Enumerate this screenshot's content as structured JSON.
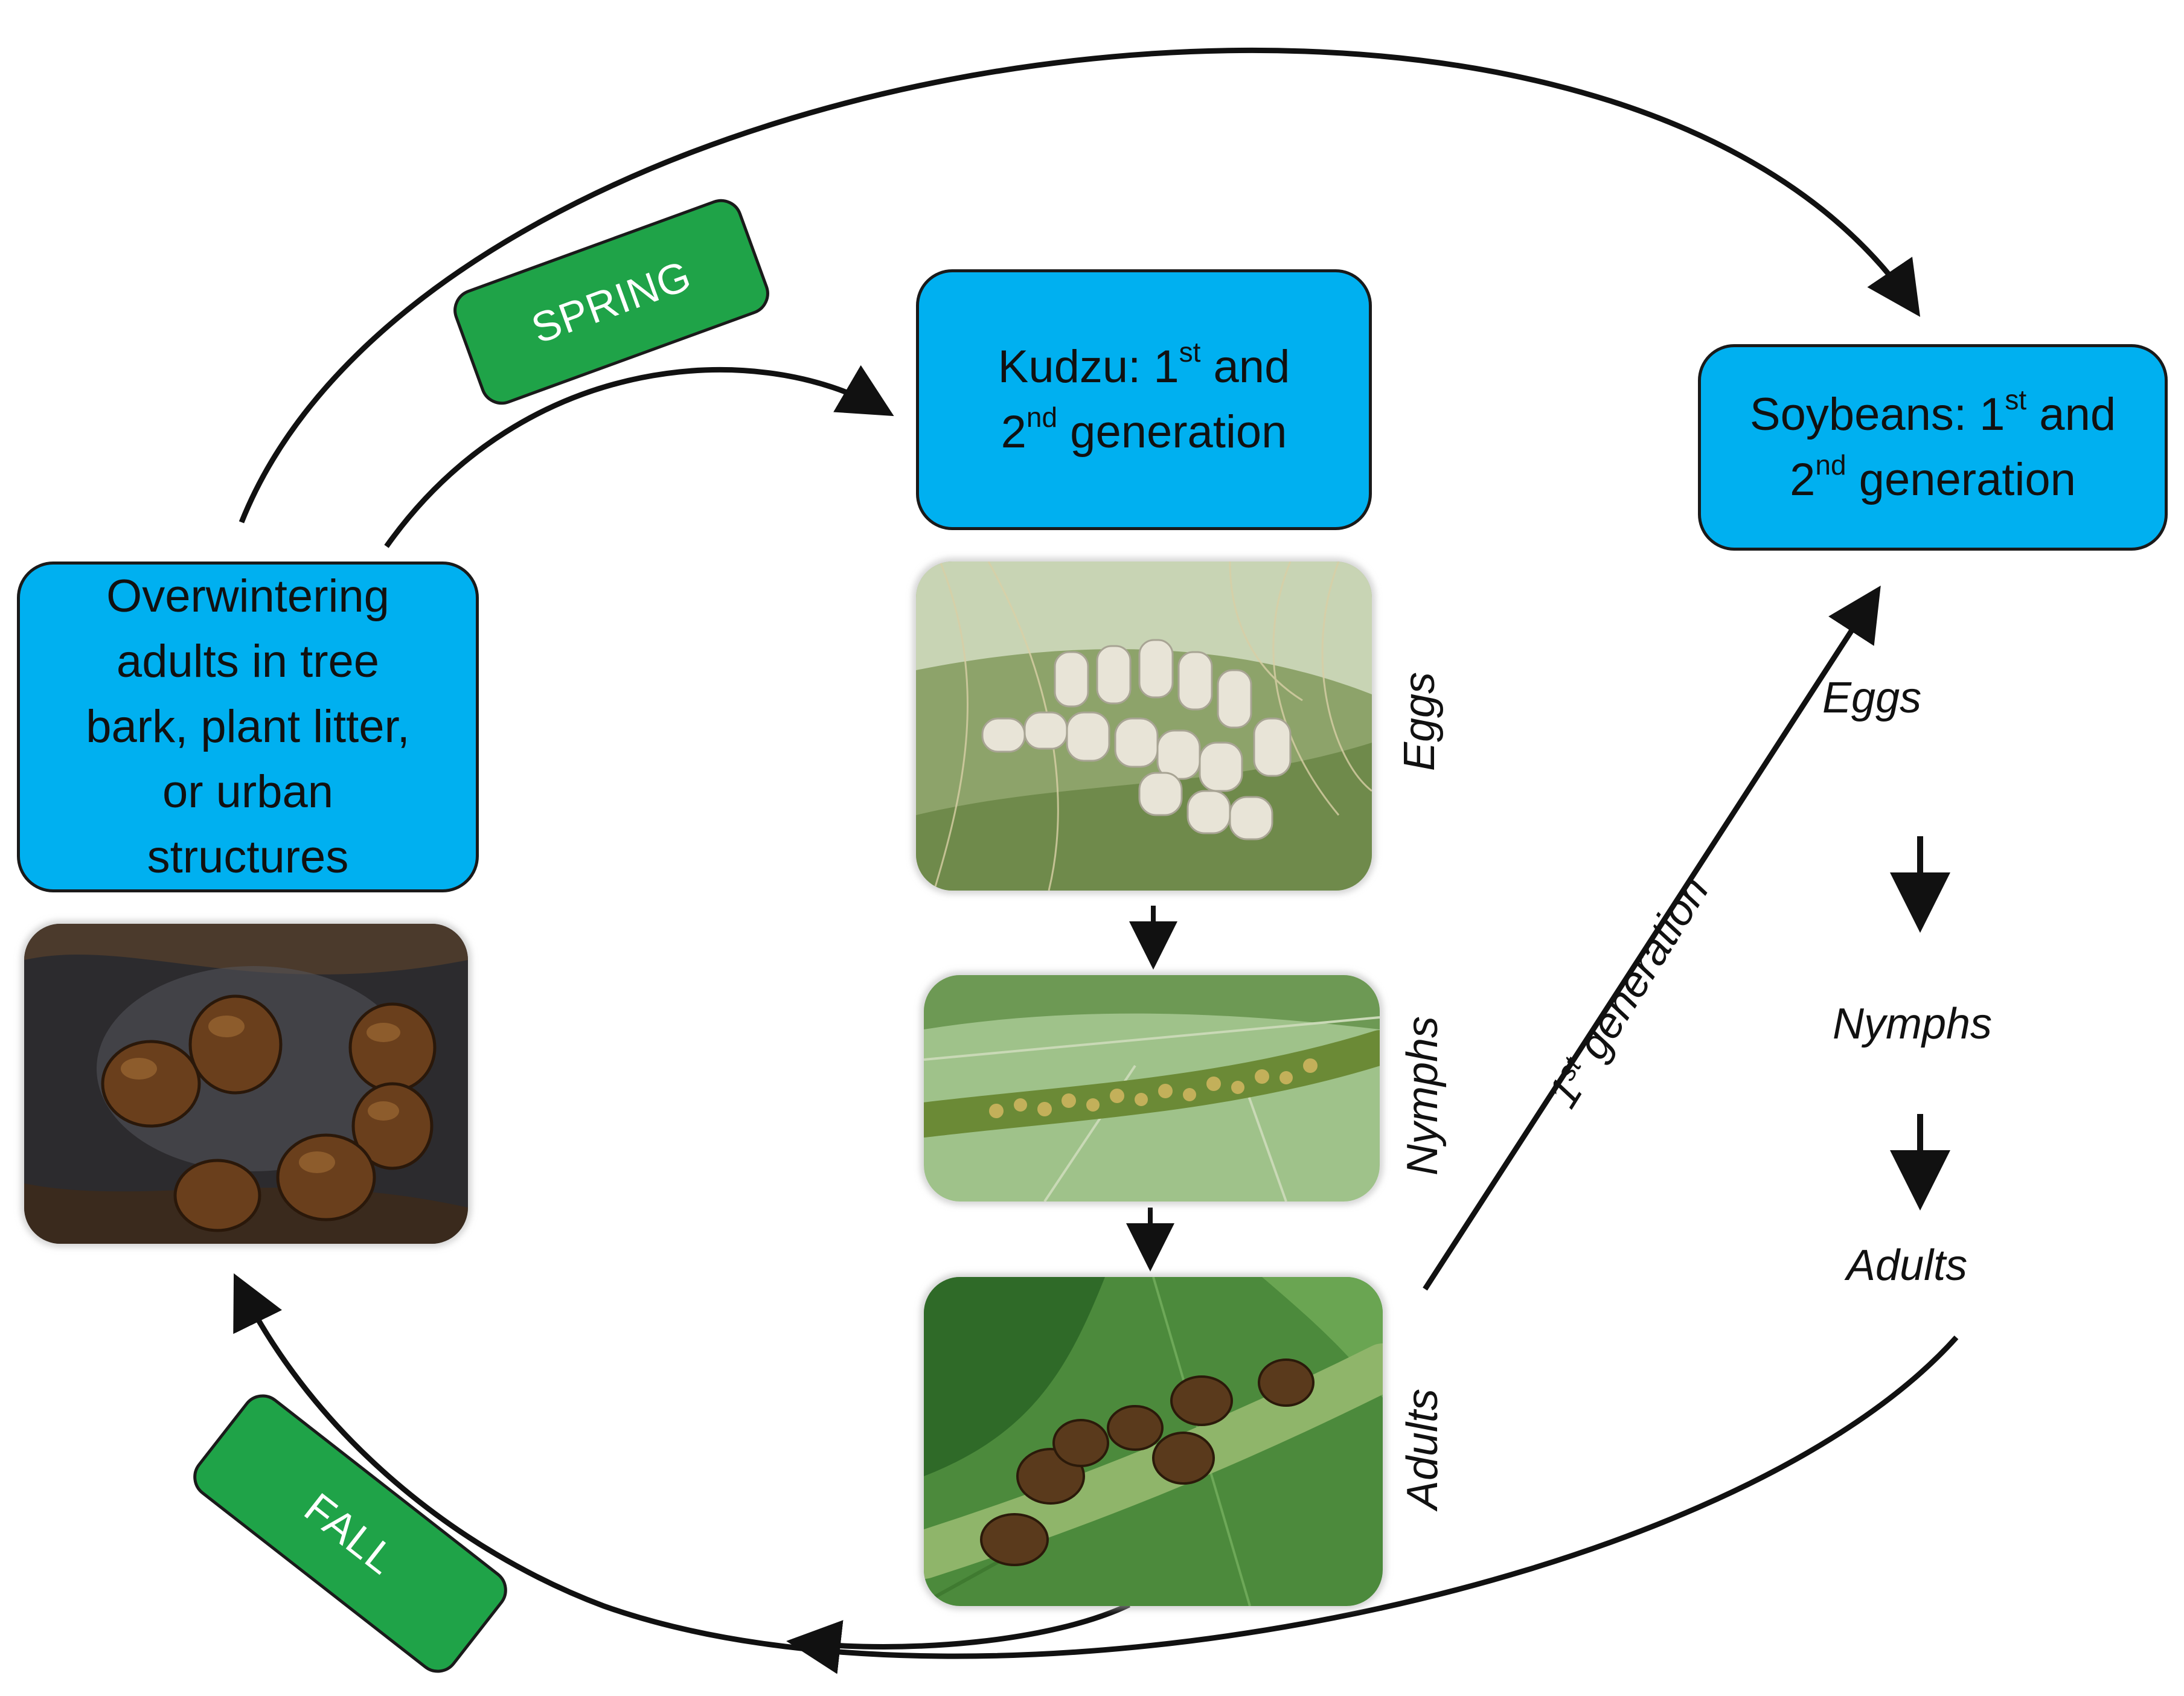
{
  "colors": {
    "box_fill": "#00b0f0",
    "season_fill": "#1fa348",
    "line": "#111111"
  },
  "overwintering_box": {
    "text_lines": [
      "Overwintering",
      "adults in tree",
      "bark, plant litter,",
      "or urban",
      "structures"
    ]
  },
  "kudzu_box": {
    "line1_prefix": "Kudzu: 1",
    "line1_sup": "st",
    "line1_suffix": " and",
    "line2_prefix": "2",
    "line2_sup": "nd",
    "line2_suffix": " generation"
  },
  "soybeans_box": {
    "line1_prefix": "Soybeans: 1",
    "line1_sup": "st",
    "line1_suffix": " and",
    "line2_prefix": "2",
    "line2_sup": "nd",
    "line2_suffix": " generation"
  },
  "season_labels": {
    "spring": "SPRING",
    "fall": "FALL"
  },
  "kudzu_stages": {
    "eggs": "Eggs",
    "nymphs": "Nymphs",
    "adults": "Adults"
  },
  "soybean_stages": {
    "eggs": "Eggs",
    "nymphs": "Nymphs",
    "adults": "Adults"
  },
  "generation_label": {
    "prefix": "1",
    "sup": "st",
    "suffix": " generation"
  },
  "photos": {
    "overwintering": "overwintering adult bugs in dark litter",
    "eggs": "egg mass on leaf with hairs",
    "nymphs": "nymphs on green stem",
    "adults": "adult bugs on green stem"
  }
}
